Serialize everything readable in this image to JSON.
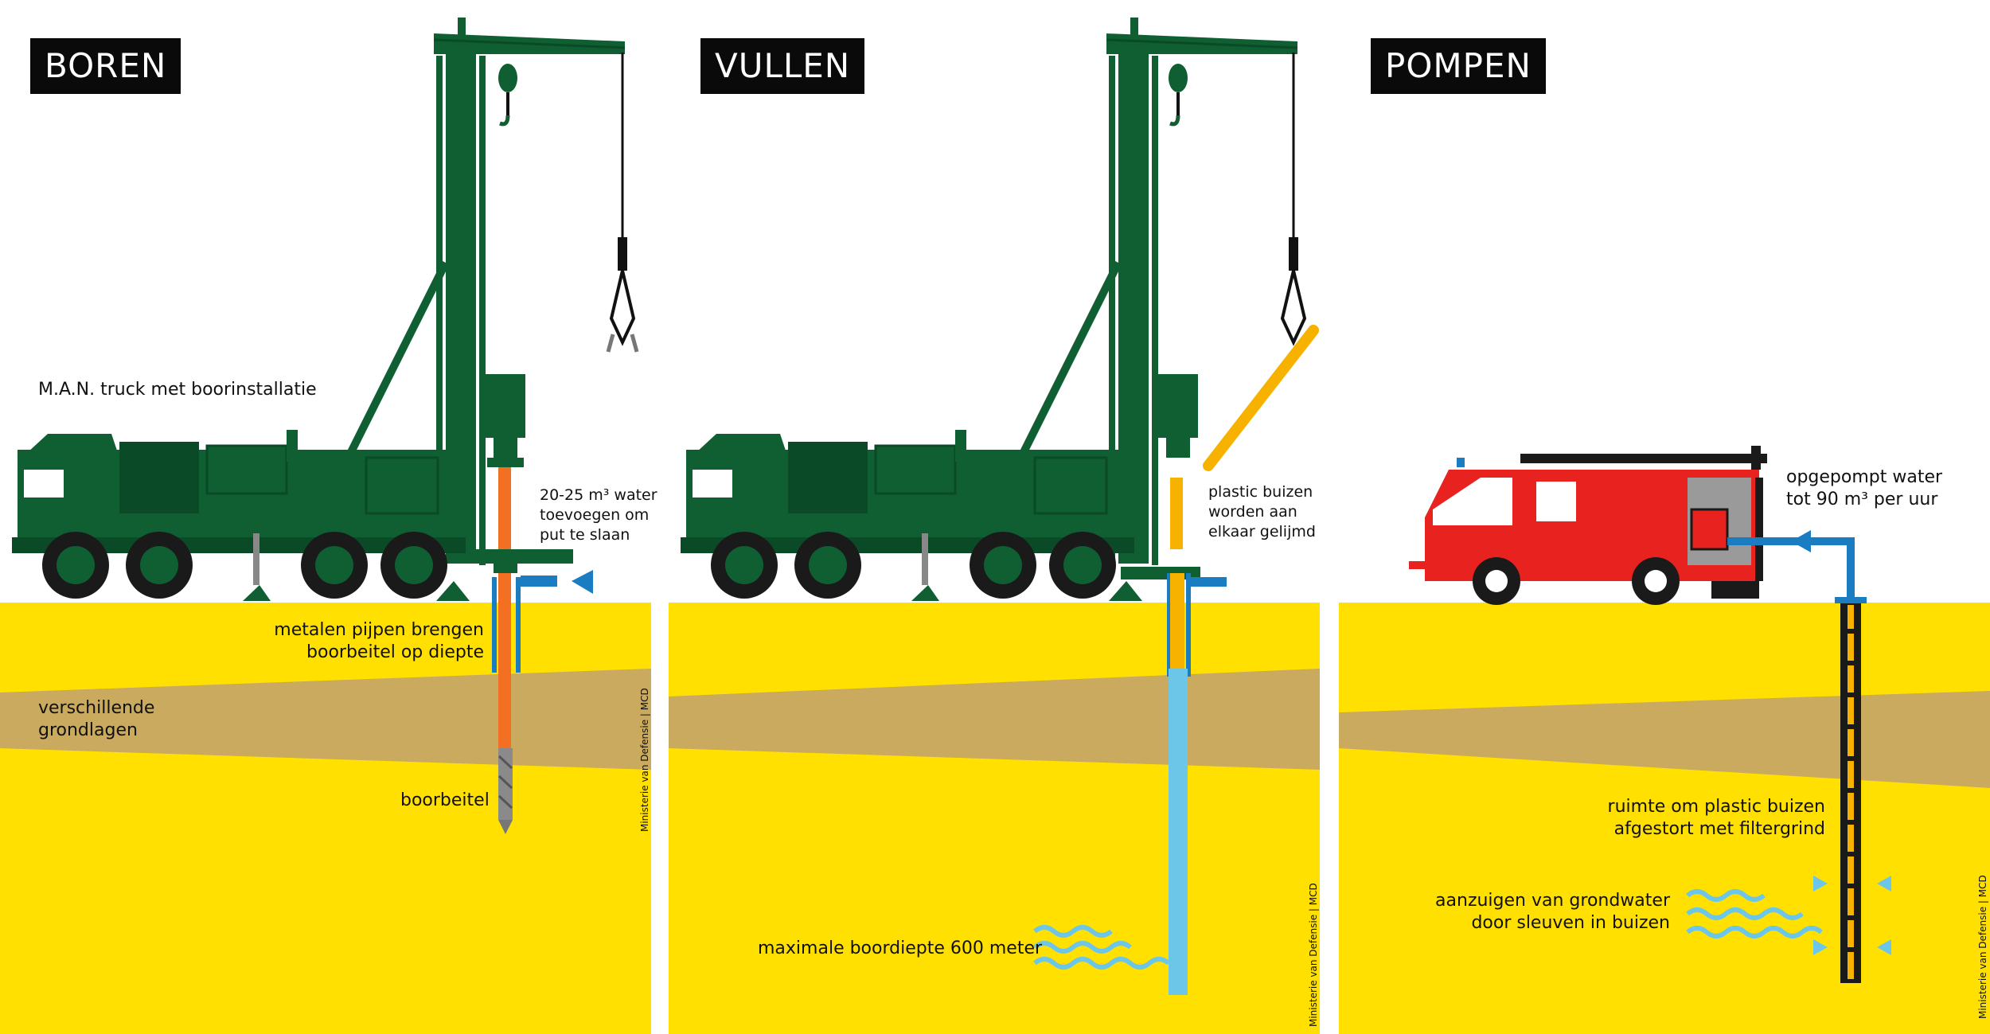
{
  "colors": {
    "soil": "#FFE000",
    "layer": "#C9AA5E",
    "machine": "#0F5F32",
    "machineDark": "#0B4A27",
    "orange": "#F36F21",
    "blue": "#1A7CC1",
    "lightblue": "#6BC6E8",
    "red": "#E8231F",
    "grey": "#9A9A9A",
    "tube": "#F7B200"
  },
  "panels": [
    {
      "title": "BOREN",
      "credit": "Ministerie van Defensie | MCD"
    },
    {
      "title": "VULLEN",
      "credit": "Ministerie van Defensie | MCD"
    },
    {
      "title": "POMPEN",
      "credit": "Ministerie van Defensie | MCD"
    }
  ],
  "labels": {
    "truck": "M.A.N. truck met boorinstallatie",
    "water_add": [
      "20-25 m³ water",
      "toevoegen om",
      "put te slaan"
    ],
    "pipes": [
      "metalen pijpen brengen",
      "boorbeitel op diepte"
    ],
    "layers": [
      "verschillende",
      "grondlagen"
    ],
    "bit": "boorbeitel",
    "plastic": [
      "plastic buizen",
      "worden aan",
      "elkaar gelijmd"
    ],
    "maxdepth": "maximale boordiepte 600 meter",
    "pumped": [
      "opgepompt water",
      "tot 90 m³ per uur"
    ],
    "gravel": [
      "ruimte om plastic buizen",
      "afgestort met filtergrind"
    ],
    "suction": [
      "aanzuigen van grondwater",
      "door sleuven in buizen"
    ]
  }
}
